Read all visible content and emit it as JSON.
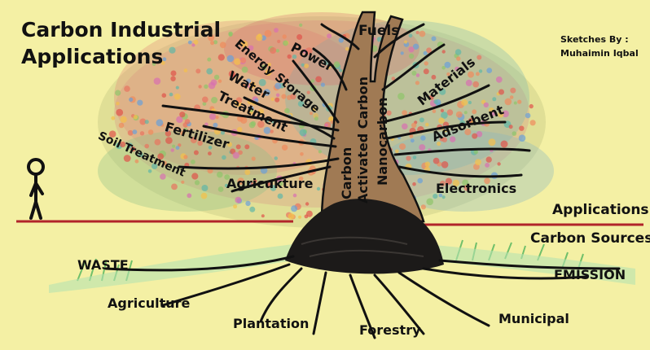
{
  "title": {
    "line1": "Carbon Industrial",
    "line2": "Applications"
  },
  "credit": {
    "line1": "Sketches By :",
    "line2": "Muhaimin Iqbal"
  },
  "divider_labels": {
    "applications": "Applications",
    "carbon_sources": "Carbon Sources"
  },
  "trunk_labels": {
    "carbon": "Carbon",
    "activated_carbon": "Activated Carbon",
    "nanocarbon": "Nanocarbon"
  },
  "branches": {
    "fuels": "Fuels",
    "power": "Power",
    "energy_storage": "Energy Storage",
    "water_treatment_1": "Water",
    "water_treatment_2": "Treatment",
    "materials": "Materials",
    "adsorbent": "Adsorbent",
    "fertilizer": "Fertilizer",
    "soil_treatment": "Soil Treatment",
    "agriculture": "Agricukture",
    "electronics": "Electronics"
  },
  "sources": {
    "waste": "WASTE",
    "emission": "EMISSION",
    "agriculture": "Agriculture",
    "plantation": "Plantation",
    "forestry": "Forestry",
    "municipal": "Municipal"
  },
  "colors": {
    "background": "#f4f0a4",
    "trunk": "#a07a54",
    "soil": "#1c1a19",
    "divider": "#b1242a",
    "outline": "#111111",
    "grass": "#8fcf84"
  }
}
